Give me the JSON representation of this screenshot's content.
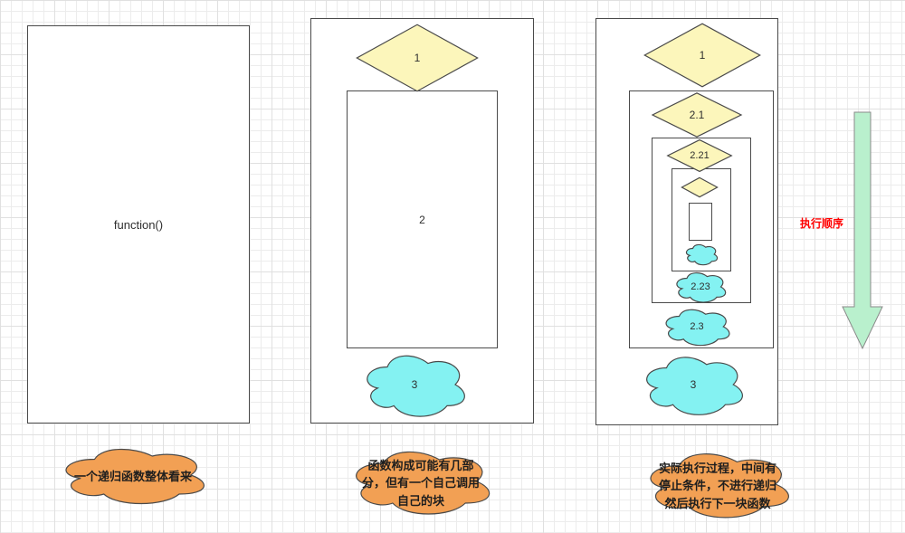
{
  "colors": {
    "diamond_fill": "#fcf6bb",
    "cloud_fill": "#84f2f2",
    "callout_fill": "#f2a054",
    "arrow_fill": "#b9f0cd",
    "shape_border": "#4a4a4a",
    "label_red": "#ff0000",
    "grid_minor": "#ececec",
    "grid_major": "#e0e0e0"
  },
  "panel1": {
    "function_label": "function()",
    "callout": "一个递归函数整体看来"
  },
  "panel2": {
    "diamond": "1",
    "block": "2",
    "cloud": "3",
    "callout_lines": [
      "函数构成可能有几部",
      "分，但有一个自己调用",
      "自己的块"
    ]
  },
  "panel3": {
    "diamond": "1",
    "diamond_2_1": "2.1",
    "diamond_2_21": "2.21",
    "cloud_2_23": "2.23",
    "cloud_2_3": "2.3",
    "cloud_3": "3",
    "callout_lines": [
      "实际执行过程，中间有",
      "停止条件，不进行递归",
      "然后执行下一块函数"
    ]
  },
  "arrow": {
    "label": "执行顺序"
  }
}
